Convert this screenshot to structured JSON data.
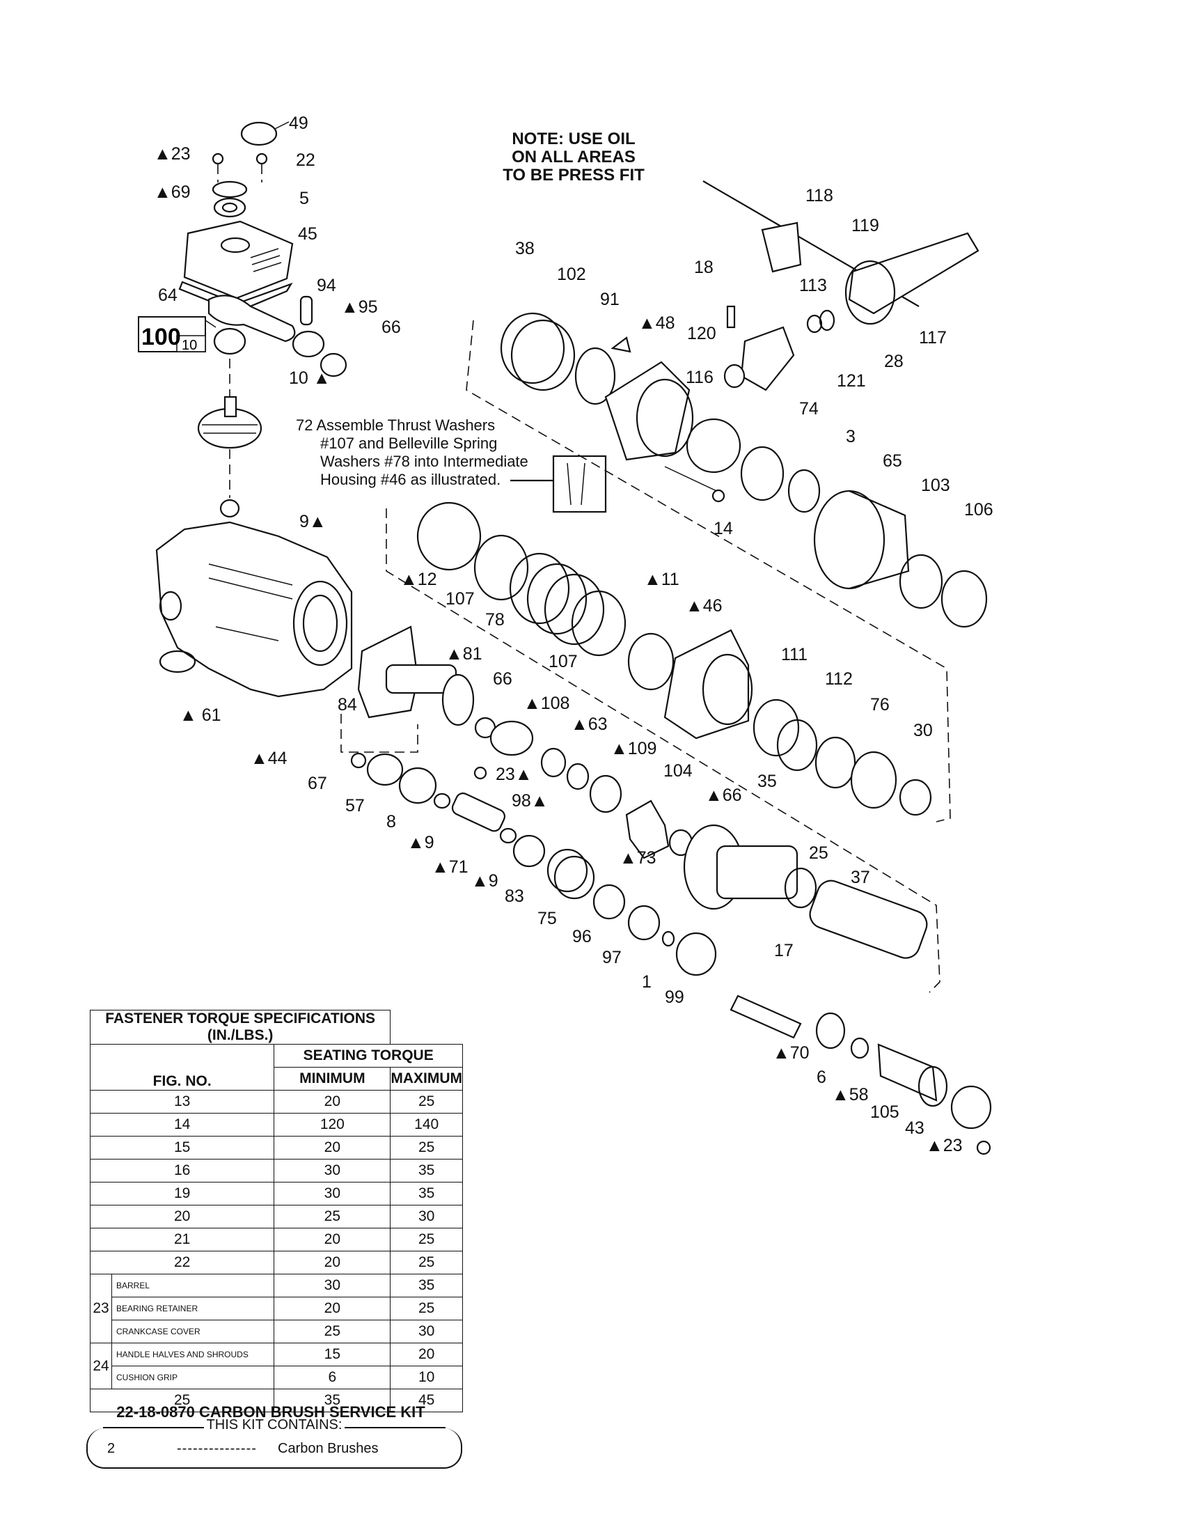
{
  "note": {
    "line1": "NOTE: USE OIL",
    "line2": "ON ALL AREAS",
    "line3": "TO BE PRESS FIT"
  },
  "assembly_note": {
    "line1": "72 Assemble Thrust Washers",
    "line2": "#107 and Belleville Spring",
    "line3": "Washers #78 into Intermediate",
    "line4": "Housing #46 as illustrated."
  },
  "callout_100": {
    "main": "100",
    "sub": "10"
  },
  "part_labels": {
    "p49": "49",
    "p23a": "▲23",
    "p22": "22",
    "p69": "▲69",
    "p5": "5",
    "p45": "45",
    "p64": "64",
    "p94": "94",
    "p95": "▲95",
    "p66a": "66",
    "p10": "10 ▲",
    "p9a": "9▲",
    "p61": "▲ 61",
    "p44": "▲44",
    "p84": "84",
    "p67": "67",
    "p57": "57",
    "p8": "8",
    "p9b": "▲9",
    "p71": "▲71",
    "p9c": "▲9",
    "p23b": "23▲",
    "p98": "98▲",
    "p81": "▲81",
    "p66b": "66",
    "p108": "▲108",
    "p63": "▲63",
    "p109": "▲109",
    "p83": "83",
    "p75": "75",
    "p96": "96",
    "p97": "97",
    "p1": "1",
    "p99": "99",
    "p104": "104",
    "p66c": "▲66",
    "p73": "▲73",
    "p25": "25",
    "p37": "37",
    "p17": "17",
    "p70": "▲70",
    "p6": "6",
    "p58": "▲58",
    "p105": "105",
    "p43": "43",
    "p23c": "▲23",
    "p38": "38",
    "p102": "102",
    "p91": "91",
    "p48": "▲48",
    "p18": "18",
    "p120": "120",
    "p116": "116",
    "p118": "118",
    "p119": "119",
    "p113": "113",
    "p28": "28",
    "p117": "117",
    "p121": "121",
    "p74": "74",
    "p3": "3",
    "p65": "65",
    "p14": "14",
    "p103": "103",
    "p106": "106",
    "p12": "▲12",
    "p107a": "107",
    "p78": "78",
    "p107b": "107",
    "p11": "▲11",
    "p46": "▲46",
    "p111": "111",
    "p112": "112",
    "p76": "76",
    "p30": "30",
    "p35": "35"
  },
  "torque_table": {
    "title": "FASTENER TORQUE SPECIFICATIONS (IN./LBS.)",
    "group_header": "SEATING TORQUE",
    "col_fig": "FIG. NO.",
    "col_min": "MINIMUM",
    "col_max": "MAXIMUM",
    "rows": [
      {
        "fig": "13",
        "min": "20",
        "max": "25"
      },
      {
        "fig": "14",
        "min": "120",
        "max": "140"
      },
      {
        "fig": "15",
        "min": "20",
        "max": "25"
      },
      {
        "fig": "16",
        "min": "30",
        "max": "35"
      },
      {
        "fig": "19",
        "min": "30",
        "max": "35"
      },
      {
        "fig": "20",
        "min": "25",
        "max": "30"
      },
      {
        "fig": "21",
        "min": "20",
        "max": "25"
      },
      {
        "fig": "22",
        "min": "20",
        "max": "25"
      }
    ],
    "group23": {
      "fig": "23",
      "rows": [
        {
          "sub": "BARREL",
          "min": "30",
          "max": "35"
        },
        {
          "sub": "BEARING RETAINER",
          "min": "20",
          "max": "25"
        },
        {
          "sub": "CRANKCASE COVER",
          "min": "25",
          "max": "30"
        }
      ]
    },
    "group24": {
      "fig": "24",
      "rows": [
        {
          "sub": "HANDLE HALVES AND SHROUDS",
          "min": "15",
          "max": "20"
        },
        {
          "sub": "CUSHION GRIP",
          "min": "6",
          "max": "10"
        }
      ]
    },
    "last_row": {
      "fig": "25",
      "min": "35",
      "max": "45"
    }
  },
  "service_kit": {
    "title": "22-18-0870 CARBON BRUSH SERVICE KIT",
    "contains": "THIS KIT CONTAINS:",
    "qty": "2",
    "dashes": "---------------",
    "description": "Carbon Brushes"
  }
}
